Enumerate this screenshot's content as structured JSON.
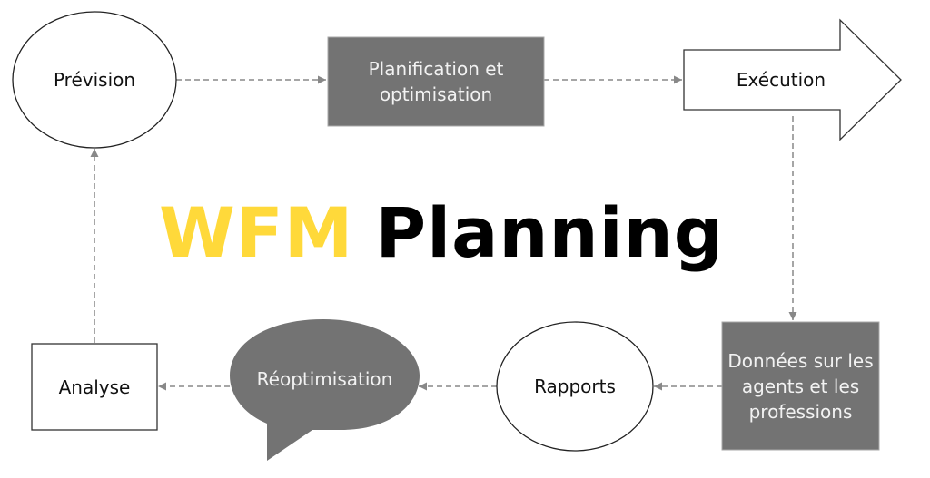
{
  "title": {
    "part1": "WFM",
    "part2": "Planning",
    "part1_color": "#FFD93A",
    "part2_color": "#000000"
  },
  "nodes": {
    "prevision": {
      "label": "Prévision",
      "shape": "ellipse"
    },
    "planification": {
      "label": "Planification et optimisation",
      "shape": "filled-rectangle"
    },
    "execution": {
      "label": "Exécution",
      "shape": "arrow"
    },
    "donnees": {
      "label": "Données sur les agents et les professions",
      "shape": "filled-rectangle"
    },
    "rapports": {
      "label": "Rapports",
      "shape": "ellipse"
    },
    "reoptimisation": {
      "label": "Réoptimisation",
      "shape": "speech-bubble"
    },
    "analyse": {
      "label": "Analyse",
      "shape": "rectangle"
    }
  },
  "flow": [
    "Prévision",
    "Planification et optimisation",
    "Exécution",
    "Données sur les agents et les professions",
    "Rapports",
    "Réoptimisation",
    "Analyse",
    "Prévision"
  ],
  "colors": {
    "filled": "#737373",
    "connector": "#888888",
    "outline": "#222222"
  }
}
